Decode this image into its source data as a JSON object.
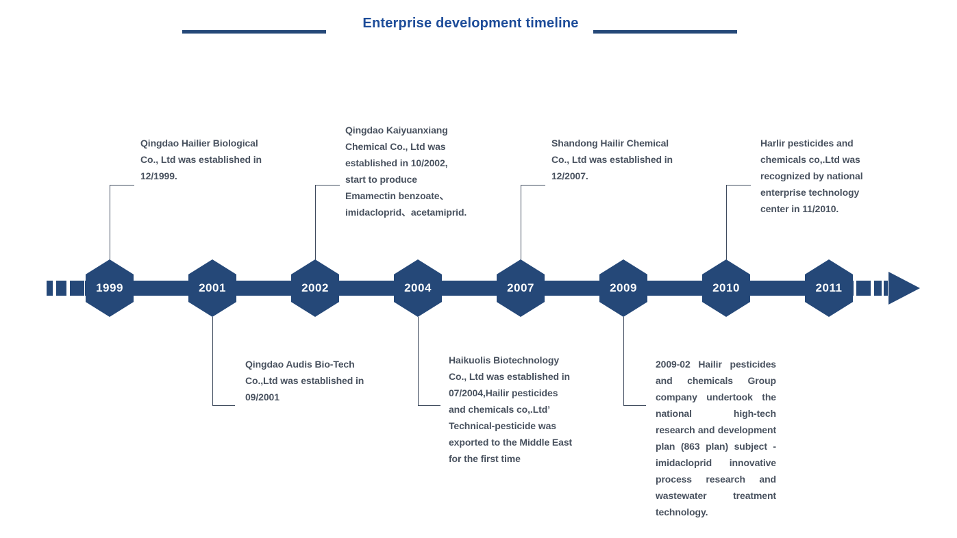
{
  "title": {
    "text": "Enterprise development timeline"
  },
  "colors": {
    "navy": "#254878",
    "title_blue": "#1d4c99",
    "body_text": "#49525f",
    "connector": "#3f4b5e",
    "year_text": "#fafbfc",
    "background": "#ffffff"
  },
  "timeline": {
    "years": [
      "1999",
      "2001",
      "2002",
      "2004",
      "2007",
      "2009",
      "2010",
      "2011"
    ],
    "events": [
      {
        "year": "1999",
        "side": "above",
        "lines": [
          "Qingdao Hailier Biological",
          "Co., Ltd was established in",
          "12/1999."
        ]
      },
      {
        "year": "2001",
        "side": "below",
        "lines": [
          "Qingdao Audis Bio-Tech",
          "Co.,Ltd was established in",
          "09/2001"
        ]
      },
      {
        "year": "2002",
        "side": "above",
        "lines": [
          "Qingdao Kaiyuanxiang",
          "Chemical Co., Ltd was",
          "established in 10/2002,",
          "start to produce",
          "Emamectin benzoate、",
          "imidacloprid、acetamiprid."
        ]
      },
      {
        "year": "2004",
        "side": "below",
        "lines": [
          "Haikuolis Biotechnology",
          "Co., Ltd was established in",
          "07/2004,Hailir pesticides",
          "and chemicals co,.Ltd’",
          "Technical-pesticide was",
          "exported to the Middle East",
          "for the first time"
        ]
      },
      {
        "year": "2007",
        "side": "above",
        "lines": [
          "Shandong Hailir Chemical",
          "Co., Ltd was established in",
          "12/2007."
        ]
      },
      {
        "year": "2009",
        "side": "below",
        "lines": [
          "2009-02 Hailir pesticides",
          "and chemicals Group",
          "company undertook the",
          "national high-tech",
          "research and development",
          "plan (863 plan) subject -",
          "imidacloprid innovative",
          "process research and",
          "wastewater treatment",
          "technology."
        ]
      },
      {
        "year": "2010",
        "side": "above",
        "lines": [
          "Harlir pesticides and",
          "chemicals co,.Ltd was",
          "recognized by national",
          "enterprise technology",
          "center in 11/2010."
        ]
      }
    ]
  }
}
